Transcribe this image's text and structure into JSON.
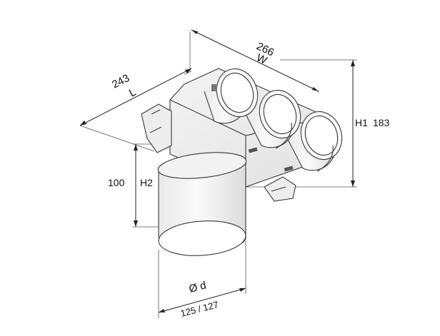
{
  "diagram": {
    "labels": {
      "width_value": "266",
      "width_symbol": "W",
      "length_value": "243",
      "length_symbol": "L",
      "h1_symbol": "H1",
      "h1_value": "183",
      "h2_value": "100",
      "h2_symbol": "H2",
      "diameter_symbol": "Ø d",
      "diameter_value": "125 / 127"
    },
    "colors": {
      "line": "#2f2f2f",
      "shade_light": "#f4f4f4",
      "shade_mid": "#e6e6e6",
      "shade_dark": "#cfcfcf",
      "outlet_ring": "#9a9a9a"
    }
  }
}
